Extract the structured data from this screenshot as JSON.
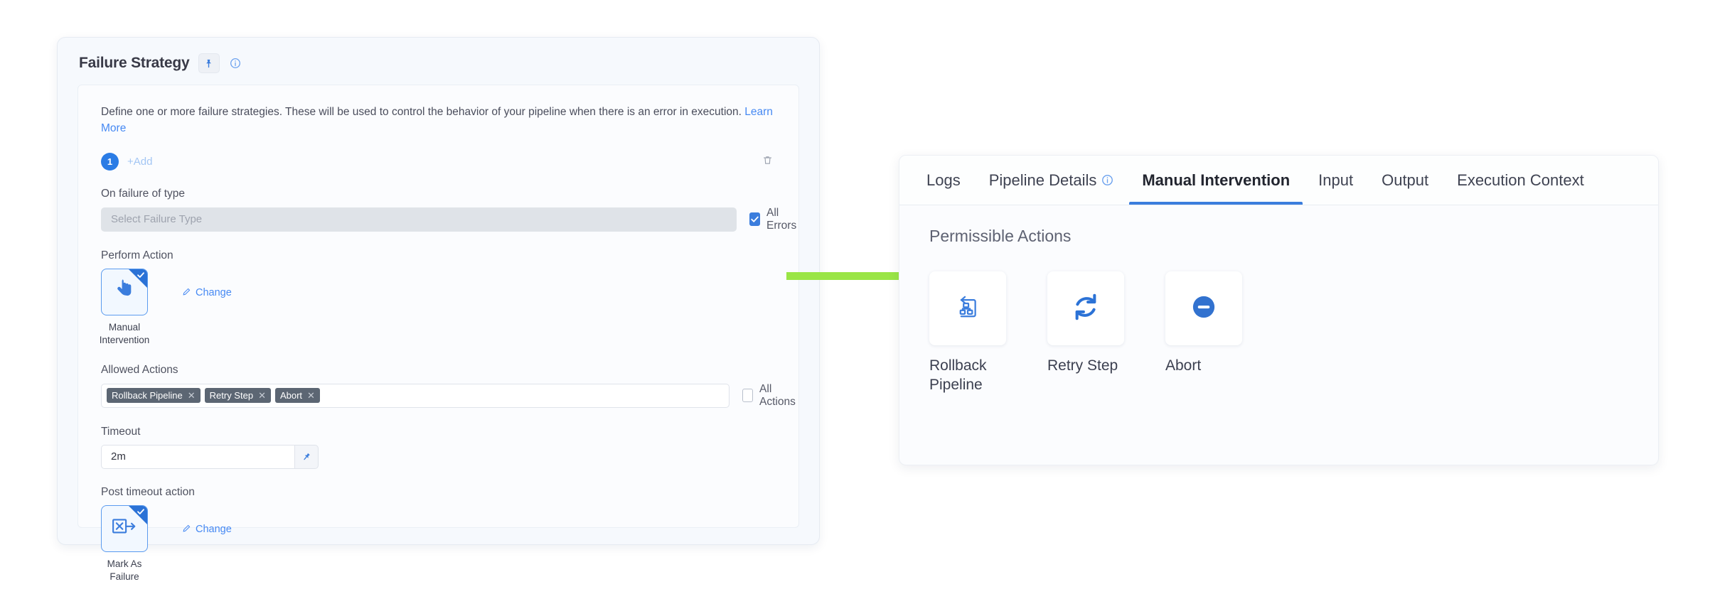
{
  "left_panel": {
    "title": "Failure Strategy",
    "pin_icon": "pin-icon",
    "info_icon": "info-icon",
    "description": "Define one or more failure strategies. These will be used to control the behavior of your pipeline when there is an error in execution.",
    "learn_more": "Learn More",
    "strategy_number": "1",
    "add_label": "+Add",
    "delete_icon": "trash-icon",
    "on_failure_label": "On failure of type",
    "failure_type_placeholder": "Select Failure Type",
    "all_errors_label": "All Errors",
    "all_errors_checked": true,
    "perform_action_label": "Perform Action",
    "perform_action_tile": {
      "icon": "hand-pointer-icon",
      "caption": "Manual Intervention",
      "selected": true,
      "change_label": "Change"
    },
    "allowed_actions_label": "Allowed Actions",
    "allowed_action_tags": [
      "Rollback Pipeline",
      "Retry Step",
      "Abort"
    ],
    "all_actions_label": "All Actions",
    "all_actions_checked": false,
    "timeout_label": "Timeout",
    "timeout_value": "2m",
    "timeout_pin_icon": "pin-icon",
    "post_timeout_label": "Post timeout action",
    "post_timeout_tile": {
      "icon": "mark-as-failure-icon",
      "caption": "Mark As Failure",
      "selected": true,
      "change_label": "Change"
    }
  },
  "arrow": {
    "name": "green-arrow",
    "color": "#9ae546"
  },
  "right_panel": {
    "tabs": [
      {
        "label": "Logs",
        "active": false,
        "has_info": false
      },
      {
        "label": "Pipeline Details",
        "active": false,
        "has_info": true
      },
      {
        "label": "Manual Intervention",
        "active": true,
        "has_info": false
      },
      {
        "label": "Input",
        "active": false,
        "has_info": false
      },
      {
        "label": "Output",
        "active": false,
        "has_info": false
      },
      {
        "label": "Execution Context",
        "active": false,
        "has_info": false
      }
    ],
    "section_title": "Permissible Actions",
    "actions": [
      {
        "label": "Rollback Pipeline",
        "icon": "rollback-pipeline-icon"
      },
      {
        "label": "Retry Step",
        "icon": "retry-step-icon"
      },
      {
        "label": "Abort",
        "icon": "abort-icon"
      }
    ]
  },
  "colors": {
    "accent_blue": "#3b7ddd",
    "arrow_green": "#9ae546",
    "tag_gray": "#5c6673"
  }
}
